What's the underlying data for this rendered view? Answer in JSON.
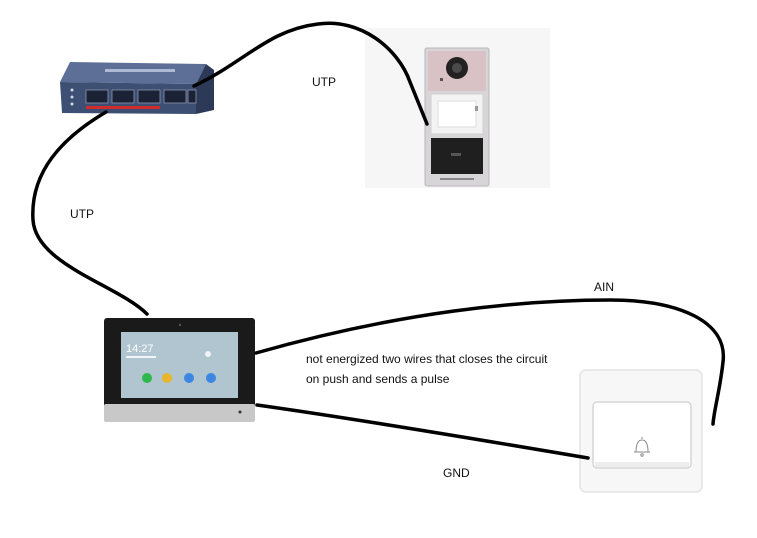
{
  "labels": {
    "utp_top": "UTP",
    "utp_left": "UTP",
    "ain": "AIN",
    "gnd": "GND",
    "note_line1": "not energized two wires that closes the circuit",
    "note_line2": "on push and sends a pulse"
  },
  "monitor": {
    "time": "14:27"
  },
  "devices": [
    {
      "name": "poe-switch",
      "kind": "network switch"
    },
    {
      "name": "door-station",
      "kind": "video intercom outdoor station"
    },
    {
      "name": "indoor-monitor",
      "kind": "video intercom indoor monitor"
    },
    {
      "name": "doorbell-button",
      "kind": "wall push button"
    }
  ],
  "colors": {
    "wire": "#000000",
    "switch_body": "#3e4f74",
    "switch_port_bar": "#d12b2b",
    "monitor_bezel": "#1a1a1a",
    "app_green": "#2db84d",
    "app_yellow": "#e6b52a",
    "app_blue": "#3a86e0"
  }
}
